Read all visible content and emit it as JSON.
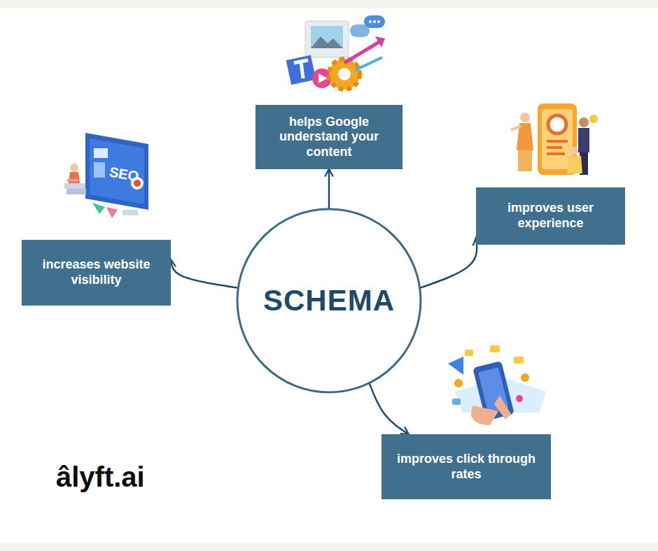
{
  "diagram": {
    "nodes": [
      {
        "text": [
          "helps Google understand your content"
        ]
      },
      {
        "text": [
          "improves user experience"
        ]
      },
      {
        "text": [
          "increases website visibility"
        ]
      },
      {
        "text": [
          "SCHEMA"
        ]
      },
      {
        "text": [
          "improves click through rates"
        ]
      }
    ],
    "edges": [
      {
        "from": 3,
        "to": 0,
        "arrow": "to"
      },
      {
        "from": 3,
        "to": 1,
        "arrow": "to"
      },
      {
        "from": 3,
        "to": 2,
        "arrow": "to"
      },
      {
        "from": 3,
        "to": 4,
        "arrow": "to"
      }
    ],
    "labels": [
      "SEO",
      "âlyft.ai"
    ]
  }
}
